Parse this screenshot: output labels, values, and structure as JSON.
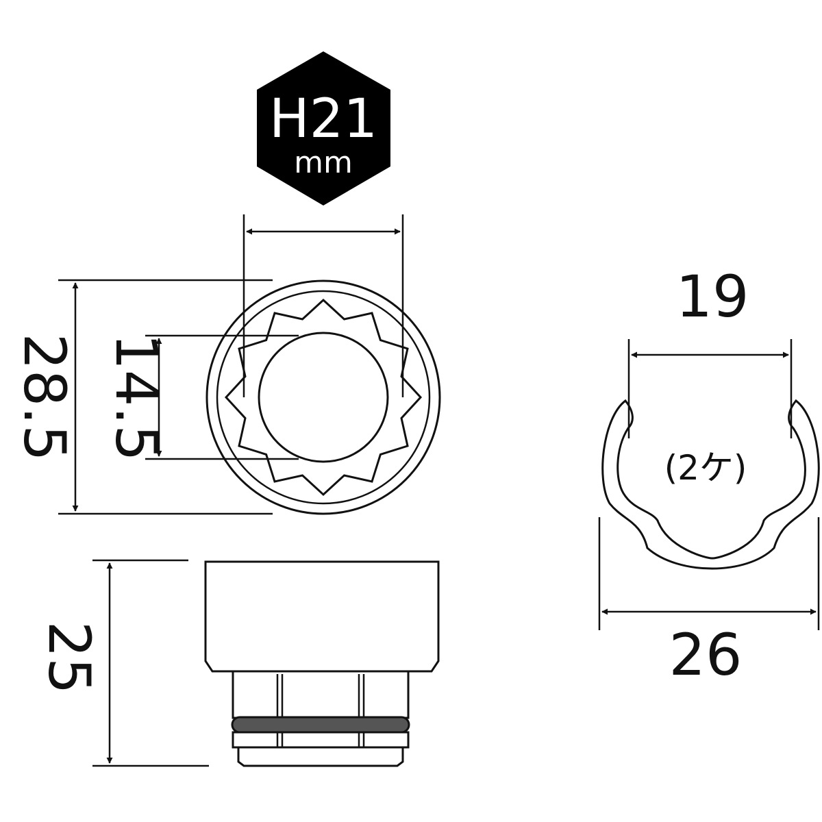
{
  "badge": {
    "size_value": "H21",
    "size_unit": "mm",
    "fill": "#000000",
    "text_color": "#ffffff"
  },
  "dimensions": {
    "outer_diameter": "28.5",
    "inner_diameter": "14.5",
    "height": "25",
    "clip_inner": "19",
    "clip_outer": "26",
    "clip_quantity": "(2ケ)"
  },
  "colors": {
    "line": "#111111",
    "background": "#ffffff"
  }
}
